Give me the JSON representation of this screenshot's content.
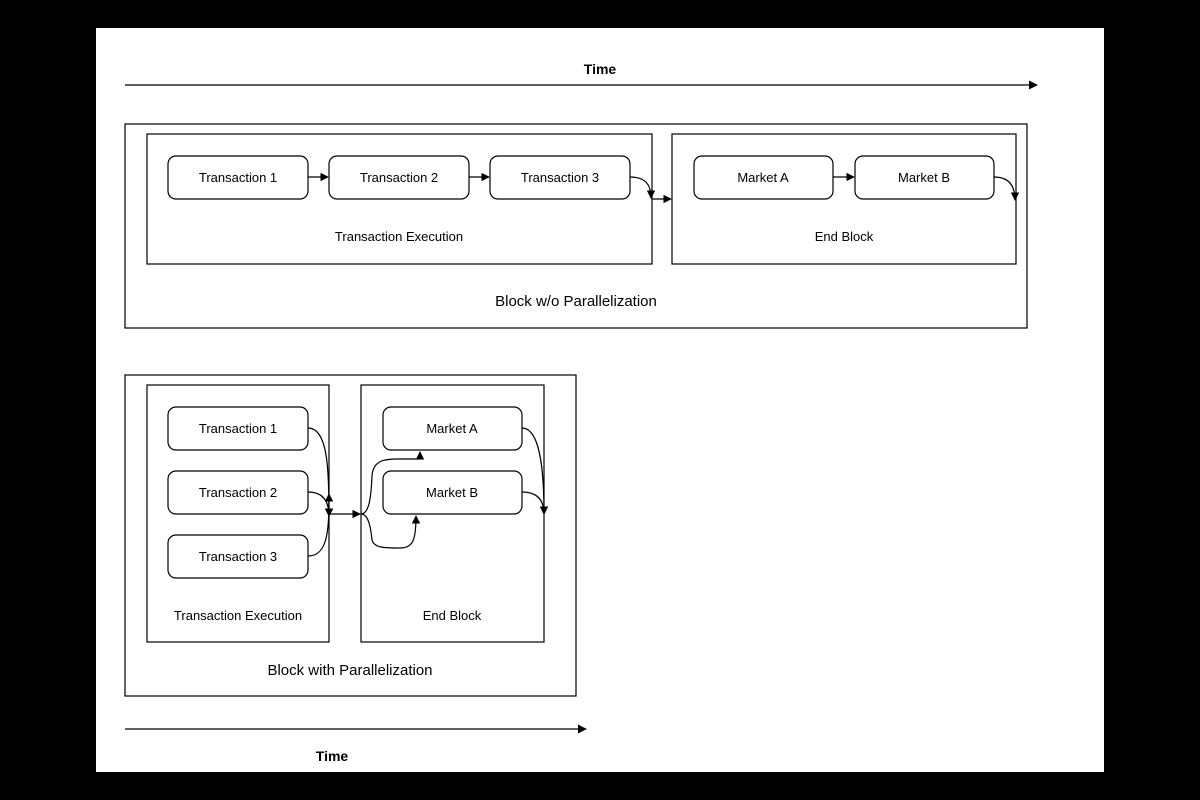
{
  "colors": {
    "background": "#000000",
    "canvas": "#ffffff",
    "stroke": "#000000"
  },
  "top_section": {
    "time_label": "Time",
    "block_label": "Block w/o Parallelization",
    "execution_group": {
      "label": "Transaction Execution",
      "transactions": [
        "Transaction 1",
        "Transaction 2",
        "Transaction 3"
      ]
    },
    "end_block_group": {
      "label": "End Block",
      "markets": [
        "Market A",
        "Market B"
      ]
    }
  },
  "bottom_section": {
    "time_label": "Time",
    "block_label": "Block with Parallelization",
    "execution_group": {
      "label": "Transaction Execution",
      "transactions": [
        "Transaction 1",
        "Transaction 2",
        "Transaction 3"
      ]
    },
    "end_block_group": {
      "label": "End Block",
      "markets": [
        "Market A",
        "Market B"
      ]
    }
  }
}
